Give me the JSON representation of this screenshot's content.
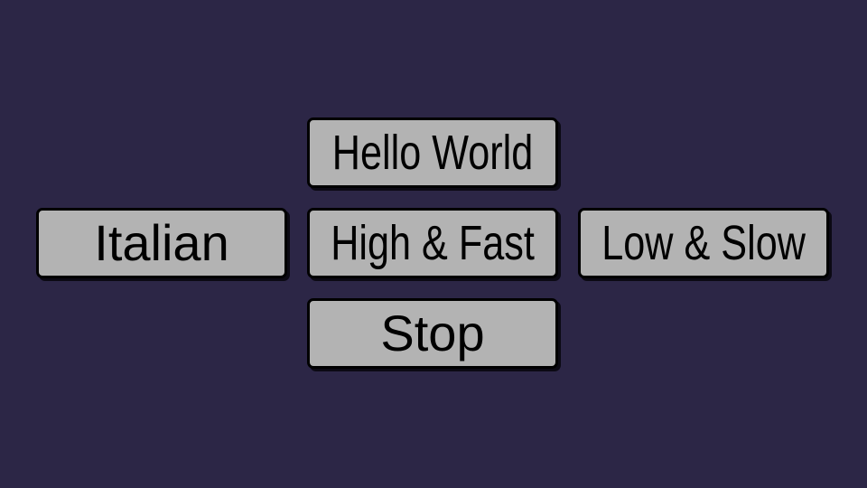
{
  "background_color": "#2c2646",
  "button_color": "#b3b3b3",
  "buttons": {
    "hello_world": "Hello World",
    "italian": "Italian",
    "high_fast": "High & Fast",
    "low_slow": "Low & Slow",
    "stop": "Stop"
  }
}
